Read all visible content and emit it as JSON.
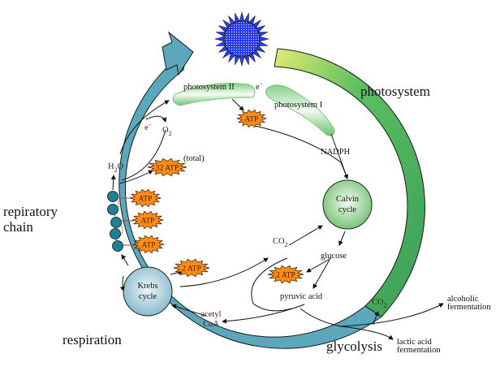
{
  "title": "Photosynthesis and respiration cycle",
  "colors": {
    "respiration_ring": "#5ba7bb",
    "photosystem_ring": "#3fae5e",
    "photosystem_ring_light": "#d6ea70",
    "atp_burst": "#ff8c14",
    "sun_fill": "#2a3cf0",
    "node_calvin": "#88cc88",
    "node_krebs": "#8fc3d3",
    "chain_bead": "#1f7f96"
  },
  "regions": {
    "photosystem": "photosystem",
    "repiratory_chain_line1": "repiratory",
    "repiratory_chain_line2": "chain",
    "respiration": "respiration",
    "glycolysis": "glycolysis"
  },
  "nodes": {
    "photosystem_ii": "photosystem II",
    "photosystem_i": "photosystem I",
    "calvin_line1": "Calvin",
    "calvin_line2": "cycle",
    "krebs_line1": "Krebs",
    "krebs_line2": "cycle"
  },
  "molecules": {
    "e_minus_top": "e",
    "e_minus_left": "e",
    "superscript_minus": "−",
    "o2": "O",
    "o2_sub": "2",
    "h2o_h": "H",
    "h2o_sub": "2",
    "h2o_o": "O",
    "nadph": "NADPH",
    "co2_mid": "CO",
    "co2_mid_sub": "2",
    "co2_right": "CO",
    "co2_right_sub": "2",
    "glucose": "glucose",
    "pyruvic_acid": "pyruvic acid",
    "acetyl_line1": "acetyl",
    "acetyl_line2": "CoA",
    "total": "(total)"
  },
  "atp_labels": {
    "photosystem": "ATP",
    "total": "32 ATP",
    "chain_1": "ATP",
    "chain_2": "ATP",
    "chain_3": "ATP",
    "krebs": "2 ATP",
    "glycolysis": "2 ATP"
  },
  "outcomes": {
    "alcoholic_line1": "alcoholic",
    "alcoholic_line2": "fermentation",
    "lactic_line1": "lactic acid",
    "lactic_line2": "fermentation"
  }
}
